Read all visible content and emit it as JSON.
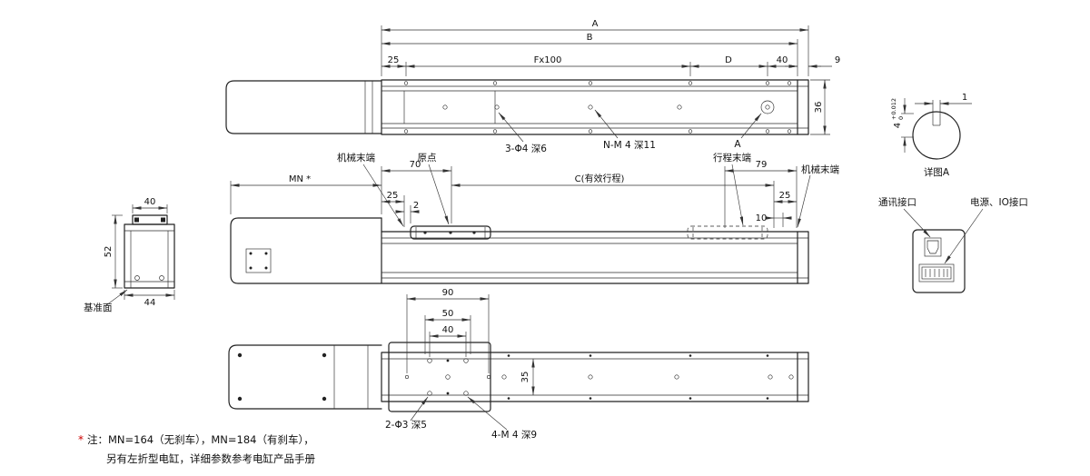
{
  "colors": {
    "line": "#222222",
    "accent_red": "#cc0000",
    "background": "#ffffff"
  },
  "top_view": {
    "dim_a": "A",
    "dim_b": "B",
    "dim_25": "25",
    "dim_fx100": "Fx100",
    "dim_d": "D",
    "dim_40": "40",
    "dim_9": "9",
    "dim_36": "36",
    "callout_holes_phi4": "3-Φ4 深6",
    "callout_holes_nm4": "N-M 4 深11",
    "callout_detail_a": "A"
  },
  "detail_a": {
    "dim_1": "1",
    "dim_4": "4",
    "tol_upper": "+0.012",
    "tol_lower": "0",
    "label": "详图A"
  },
  "side_view": {
    "dim_mn": "MN *",
    "dim_c": "C(有效行程)",
    "dim_70": "70",
    "dim_79": "79",
    "dim_25_left": "25",
    "dim_2": "2",
    "dim_25_right": "25",
    "dim_10": "10",
    "label_mech_end_left": "机械末端",
    "label_origin": "原点",
    "label_stroke_end": "行程末端",
    "label_mech_end_right": "机械末端"
  },
  "end_view": {
    "dim_40": "40",
    "dim_52": "52",
    "dim_44": "44",
    "label_datum": "基准面"
  },
  "connectors": {
    "label_comm": "通讯接口",
    "label_power_io": "电源、IO接口"
  },
  "bottom_view": {
    "dim_90": "90",
    "dim_50": "50",
    "dim_40": "40",
    "dim_35": "35",
    "callout_holes_phi3": "2-Φ3 深5",
    "callout_holes_m4": "4-M 4 深9"
  },
  "notes": {
    "star": "*",
    "line1": "注：MN=164（无刹车），MN=184（有刹车），",
    "line2": "另有左折型电缸，详细参数参考电缸产品手册"
  }
}
